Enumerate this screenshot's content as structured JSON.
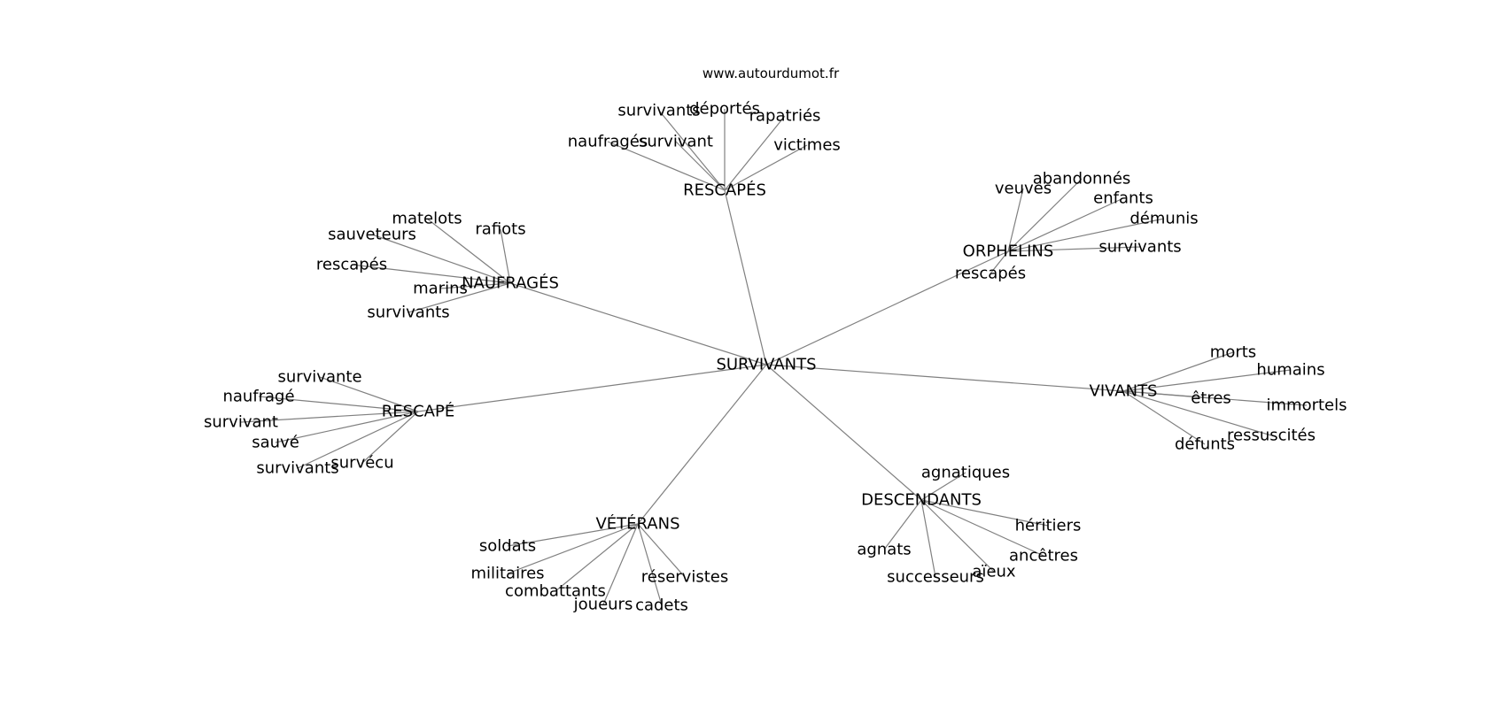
{
  "watermark": "www.autourdumot.fr",
  "colors": {
    "edge": "#808080",
    "text": "#000000",
    "background": "#ffffff"
  },
  "center": {
    "label": "SURVIVANTS"
  },
  "clusters": [
    {
      "label": "RESCAPÉS",
      "leaves": [
        "survivants",
        "déportés",
        "rapatriés",
        "naufragés",
        "survivant",
        "victimes"
      ]
    },
    {
      "label": "ORPHELINS",
      "leaves": [
        "veuves",
        "abandonnés",
        "enfants",
        "démunis",
        "survivants",
        "rescapés"
      ]
    },
    {
      "label": "NAUFRAGÉS",
      "leaves": [
        "matelots",
        "rafiots",
        "sauveteurs",
        "rescapés",
        "marins",
        "survivants"
      ]
    },
    {
      "label": "VIVANTS",
      "leaves": [
        "morts",
        "humains",
        "êtres",
        "immortels",
        "ressuscités",
        "défunts"
      ]
    },
    {
      "label": "RESCAPÉ",
      "leaves": [
        "survivante",
        "naufragé",
        "survivant",
        "sauvé",
        "survivants",
        "survécu"
      ]
    },
    {
      "label": "DESCENDANTS",
      "leaves": [
        "agnatiques",
        "héritiers",
        "agnats",
        "ancêtres",
        "successeurs",
        "aïeux"
      ]
    },
    {
      "label": "VÉTÉRANS",
      "leaves": [
        "soldats",
        "militaires",
        "réservistes",
        "combattants",
        "joueurs",
        "cadets"
      ]
    }
  ]
}
